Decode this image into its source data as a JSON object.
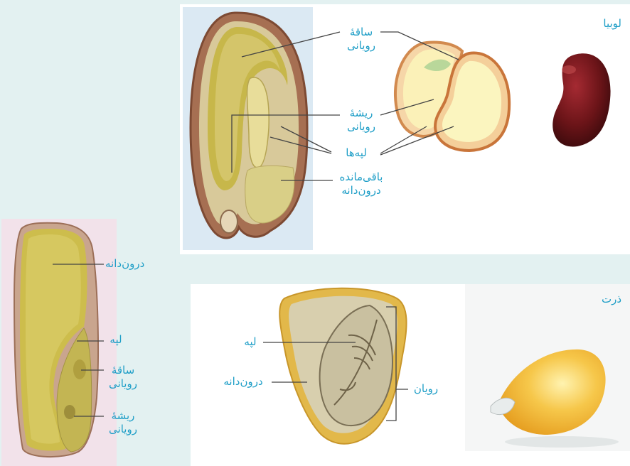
{
  "bean": {
    "title": "لوبیا",
    "labels": {
      "embryonic_stem": [
        "ساقهٔ",
        "رویانی"
      ],
      "embryonic_root": [
        "ریشهٔ",
        "رویانی"
      ],
      "cotyledons": "لپه‌ها",
      "endosperm_remnant": [
        "باقی‌مانده",
        "درون‌دانه"
      ]
    }
  },
  "wheat": {
    "labels": {
      "endosperm": "درون‌دانه",
      "cotyledon": "لپه",
      "embryonic_stem": [
        "ساقهٔ",
        "رویانی"
      ],
      "embryonic_root": [
        "ریشهٔ",
        "رویانی"
      ]
    }
  },
  "corn": {
    "title": "ذرت",
    "labels": {
      "cotyledon": "لپه",
      "endosperm": "درون‌دانه",
      "embryo": "رویان"
    }
  },
  "colors": {
    "background": "#e3f1f1",
    "label_text": "#1e9ec7",
    "leader_line": "#444444"
  }
}
